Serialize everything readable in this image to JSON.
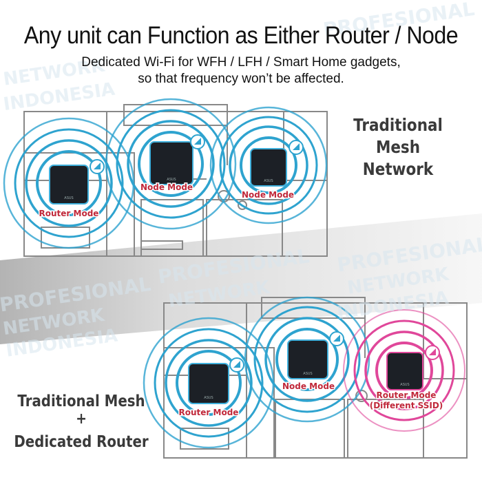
{
  "header": {
    "title": "Any unit can Function as Either Router / Node",
    "subtitle_line1": "Dedicated Wi-Fi for WFH / LFH / Smart Home gadgets,",
    "subtitle_line2": "so that frequency won’t be affected."
  },
  "sections": {
    "traditional": {
      "heading_line1": "Traditional",
      "heading_line2": "Mesh Network"
    },
    "dedicated": {
      "heading_line1": "Traditional Mesh",
      "plus": "+",
      "heading_line2": "Dedicated Router"
    }
  },
  "devices": {
    "brand": "ASUS",
    "top": {
      "router_label": "Router Mode",
      "node1_label": "Node Mode",
      "node2_label": "Node Mode"
    },
    "bottom": {
      "router_label": "Router Mode",
      "node_label": "Node Mode",
      "dedicated_label_line1": "Router Mode",
      "dedicated_label_line2": "(Different SSID)"
    }
  },
  "watermark": {
    "line1": "PROFESIONAL",
    "line2": "NETWORK",
    "line3": "INDONESIA"
  },
  "colors": {
    "mesh_signal": "#2ea3cf",
    "dedicated_signal": "#e0479a",
    "label_text": "#c0283a",
    "device_body": "#1c2026",
    "device_glow": "#3fb0dc"
  }
}
